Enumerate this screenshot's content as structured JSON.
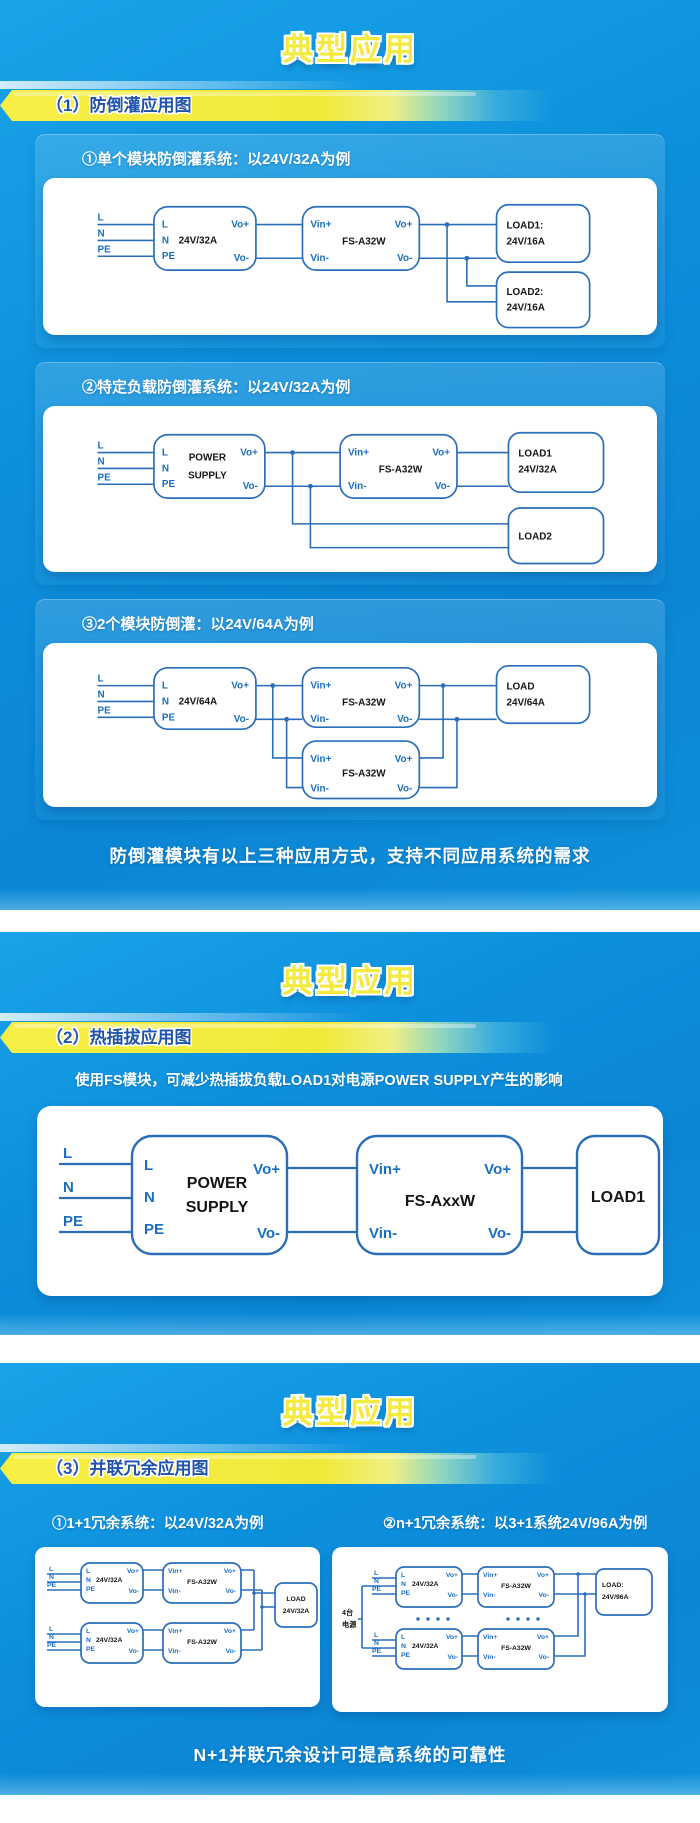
{
  "colors": {
    "panel_blue": "#0c8eda",
    "panel_blue_light": "#1aa3e9",
    "banner_yellow": "#f2ea3c",
    "banner_text_blue": "#2053ab",
    "title_yellow": "#f3e93f",
    "diagram_line_blue": "#2a6db8",
    "device_text": "#151515",
    "card_white": "#ffffff"
  },
  "panels": [
    {
      "title": "典型应用",
      "banner": "（1）防倒灌应用图",
      "sections": [
        {
          "label": "①单个模块防倒灌系统：以24V/32A为例"
        },
        {
          "label": "②特定负载防倒灌系统：以24V/32A为例"
        },
        {
          "label": "③2个模块防倒灌：以24V/64A为例"
        }
      ],
      "footer": "防倒灌模块有以上三种应用方式，支持不同应用系统的需求"
    },
    {
      "title": "典型应用",
      "banner": "（2）热插拔应用图",
      "note": "使用FS模块，可减少热插拔负载LOAD1对电源POWER SUPPLY产生的影响"
    },
    {
      "title": "典型应用",
      "banner": "（3）并联冗余应用图",
      "sections": [
        {
          "label": "①1+1冗余系统：以24V/32A为例"
        },
        {
          "label": "②n+1冗余系统：以3+1系统24V/96A为例"
        }
      ],
      "footer": "N+1并联冗余设计可提高系统的可靠性"
    }
  ],
  "terms": {
    "l": "L",
    "n": "N",
    "pe": "PE",
    "vo_plus": "Vo+",
    "vo_minus": "Vo-",
    "vin_plus": "Vin+",
    "vin_minus": "Vin-",
    "fs_a32w": "FS-A32W",
    "fs_axxw": "FS-AxxW",
    "power": "POWER",
    "supply": "SUPPLY",
    "v24_32a": "24V/32A",
    "v24_64a": "24V/64A",
    "v24_16a": "24V/16A",
    "v24_96a": "24V/96A",
    "load": "LOAD",
    "load1": "LOAD1",
    "load2": "LOAD2",
    "load1_colon": "LOAD1:",
    "load2_colon": "LOAD2:",
    "load_colon": "LOAD:",
    "psu_count_line1": "4台",
    "psu_count_line2": "电源"
  }
}
